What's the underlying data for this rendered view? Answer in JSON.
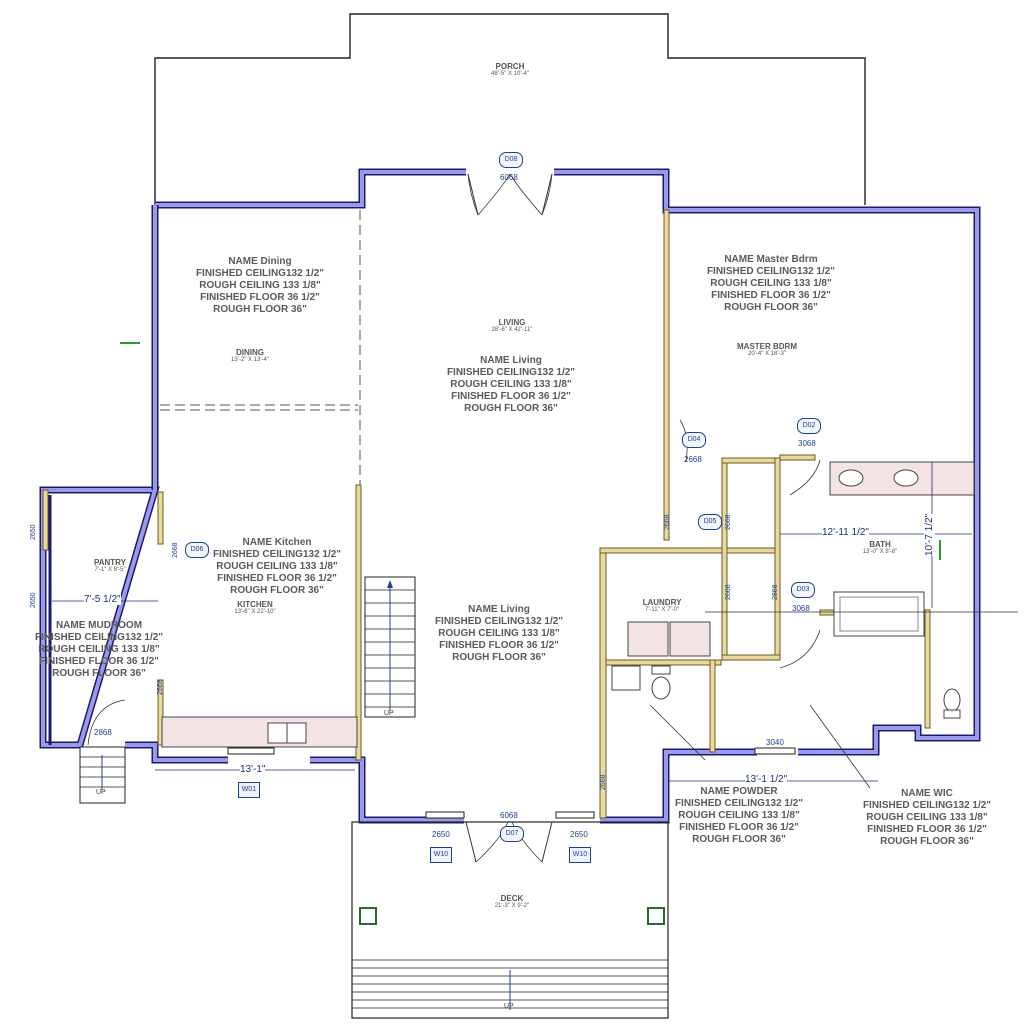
{
  "rooms": {
    "porch": {
      "title": "PORCH",
      "size": "48'-5\" X 10'-4\""
    },
    "living": {
      "title": "LIVING",
      "size": "28'-6\" X 42'-11\""
    },
    "dining": {
      "title": "DINING",
      "size": "13'-2\" X 13'-4\""
    },
    "master": {
      "title": "MASTER BDRM",
      "size": "20'-4\" X 18'-3\""
    },
    "kitchen": {
      "title": "KITCHEN",
      "size": "13'-6\" X 22'-10\""
    },
    "pantry": {
      "title": "PANTRY",
      "size": "7'-1\" X 8'-5\""
    },
    "laundry": {
      "title": "LAUNDRY",
      "size": "7'-11\" X 7'-0\""
    },
    "bath": {
      "title": "BATH",
      "size": "13'-0\" X 8'-8\""
    },
    "deck": {
      "title": "DECK",
      "size": "21'-3\" X 9'-2\""
    }
  },
  "specs": {
    "dining": {
      "name": "NAME Dining",
      "fc": "FINISHED CEILING132 1/2\"",
      "rc": "ROUGH CEILING  133 1/8\"",
      "ff": "FINISHED FLOOR 36 1/2\"",
      "rf": "ROUGH FLOOR 36\""
    },
    "living1": {
      "name": "NAME Living",
      "fc": "FINISHED CEILING132 1/2\"",
      "rc": "ROUGH CEILING  133 1/8\"",
      "ff": "FINISHED FLOOR 36 1/2\"",
      "rf": "ROUGH FLOOR 36\""
    },
    "master": {
      "name": "NAME Master Bdrm",
      "fc": "FINISHED CEILING132 1/2\"",
      "rc": "ROUGH CEILING  133 1/8\"",
      "ff": "FINISHED FLOOR 36 1/2\"",
      "rf": "ROUGH FLOOR 36\""
    },
    "kitchen": {
      "name": "NAME Kitchen",
      "fc": "FINISHED CEILING132 1/2\"",
      "rc": "ROUGH CEILING  133 1/8\"",
      "ff": "FINISHED FLOOR 36 1/2\"",
      "rf": "ROUGH FLOOR 36\""
    },
    "living2": {
      "name": "NAME Living",
      "fc": "FINISHED CEILING132 1/2\"",
      "rc": "ROUGH CEILING  133 1/8\"",
      "ff": "FINISHED FLOOR 36 1/2\"",
      "rf": "ROUGH FLOOR 36\""
    },
    "mudroom": {
      "name": "NAME MUDROOM",
      "fc": "FINISHED CEILING132 1/2\"",
      "rc": "ROUGH CEILING  133 1/8\"",
      "ff": "FINISHED FLOOR 36 1/2\"",
      "rf": "ROUGH FLOOR 36\""
    },
    "powder": {
      "name": "NAME POWDER",
      "fc": "FINISHED CEILING132 1/2\"",
      "rc": "ROUGH CEILING  133 1/8\"",
      "ff": "FINISHED FLOOR 36 1/2\"",
      "rf": "ROUGH FLOOR 36\""
    },
    "wic": {
      "name": "NAME WIC",
      "fc": "FINISHED CEILING132 1/2\"",
      "rc": "ROUGH CEILING  133 1/8\"",
      "ff": "FINISHED FLOOR 36 1/2\"",
      "rf": "ROUGH FLOOR 36\""
    }
  },
  "doors": {
    "d08": "D08",
    "d08_code": "6068",
    "d04": "D04",
    "d04_code": "2668",
    "d02": "D02",
    "d02_code": "3068",
    "d05": "D05",
    "d05_code": "2668",
    "d06": "D06",
    "d06_code": "2668",
    "d03": "D03",
    "d03_code": "3068",
    "d07": "D07",
    "d07_code": "6068",
    "mud_door": "2868",
    "hall_2668a": "2668",
    "laundry_2668": "2668",
    "laundry_2868": "2868",
    "bath_2668": "2668",
    "kitchen_2668": "2668",
    "powder_2668": "2668"
  },
  "windows": {
    "w01": "W01",
    "w10a": "W10",
    "w10a_code": "2650",
    "w10b": "W10",
    "w10b_code": "2650",
    "pantry_a": "2650",
    "pantry_b": "2650",
    "pantry_c": "2650",
    "rear_3040": "3040"
  },
  "dimensions": {
    "pantry_width": "7'-5 1/2\"",
    "kitchen_width": "13'-1\"",
    "bath_width": "12'-11 1/2\"",
    "bath_depth": "10'-7 1/2\"",
    "powder_width": "13'-1 1/2\""
  },
  "stairs": {
    "up1": "UP",
    "up2": "UP",
    "up3": "UP"
  }
}
